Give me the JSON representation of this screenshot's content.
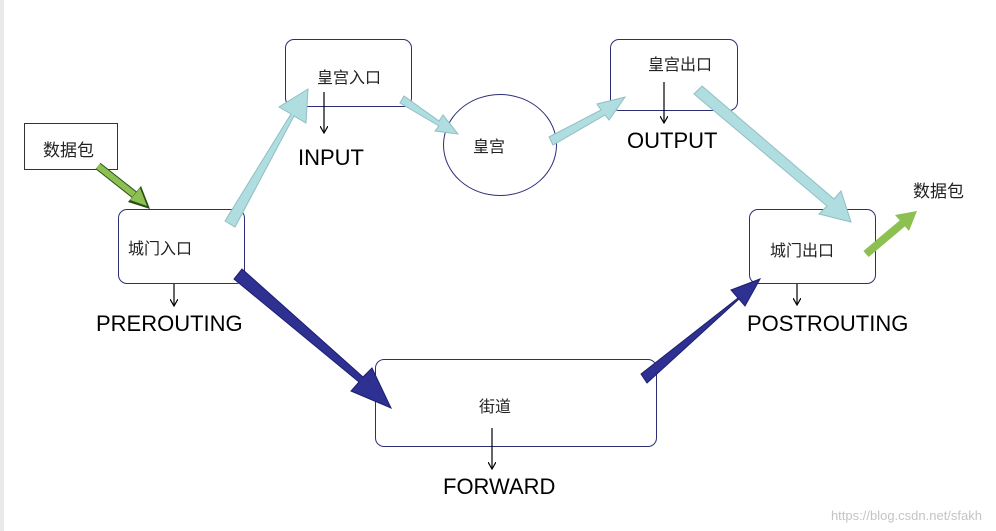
{
  "nodes": {
    "packet_in": "数据包",
    "city_gate_in": "城门入口",
    "palace_entrance": "皇宫入口",
    "palace": "皇宫",
    "palace_exit": "皇宫出口",
    "city_gate_out": "城门出口",
    "street": "街道",
    "packet_out": "数据包"
  },
  "chains": {
    "prerouting": "PREROUTING",
    "input": "INPUT",
    "output": "OUTPUT",
    "postrouting": "POSTROUTING",
    "forward": "FORWARD"
  },
  "colors": {
    "node_border": "#2e2e78",
    "local_path_arrow": "#b0dde0",
    "forward_path_arrow": "#2e3192",
    "packet_arrow": "#8cc152"
  },
  "watermark": "https://blog.csdn.net/sfakh"
}
